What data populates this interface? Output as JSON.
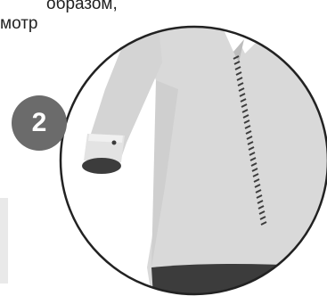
{
  "caption": {
    "line1": "образом,",
    "line2": "мотр"
  },
  "step": {
    "number": "2"
  },
  "colors": {
    "circle_fill": "#ffffff",
    "circle_border": "#222222",
    "shirt_body": "#d9d9d9",
    "shirt_shadow": "#bdbdbd",
    "dark_accent": "#3c3c3c",
    "badge": "#6b6b6b"
  },
  "icons": {
    "main": "shirt-closeup-illustration"
  }
}
